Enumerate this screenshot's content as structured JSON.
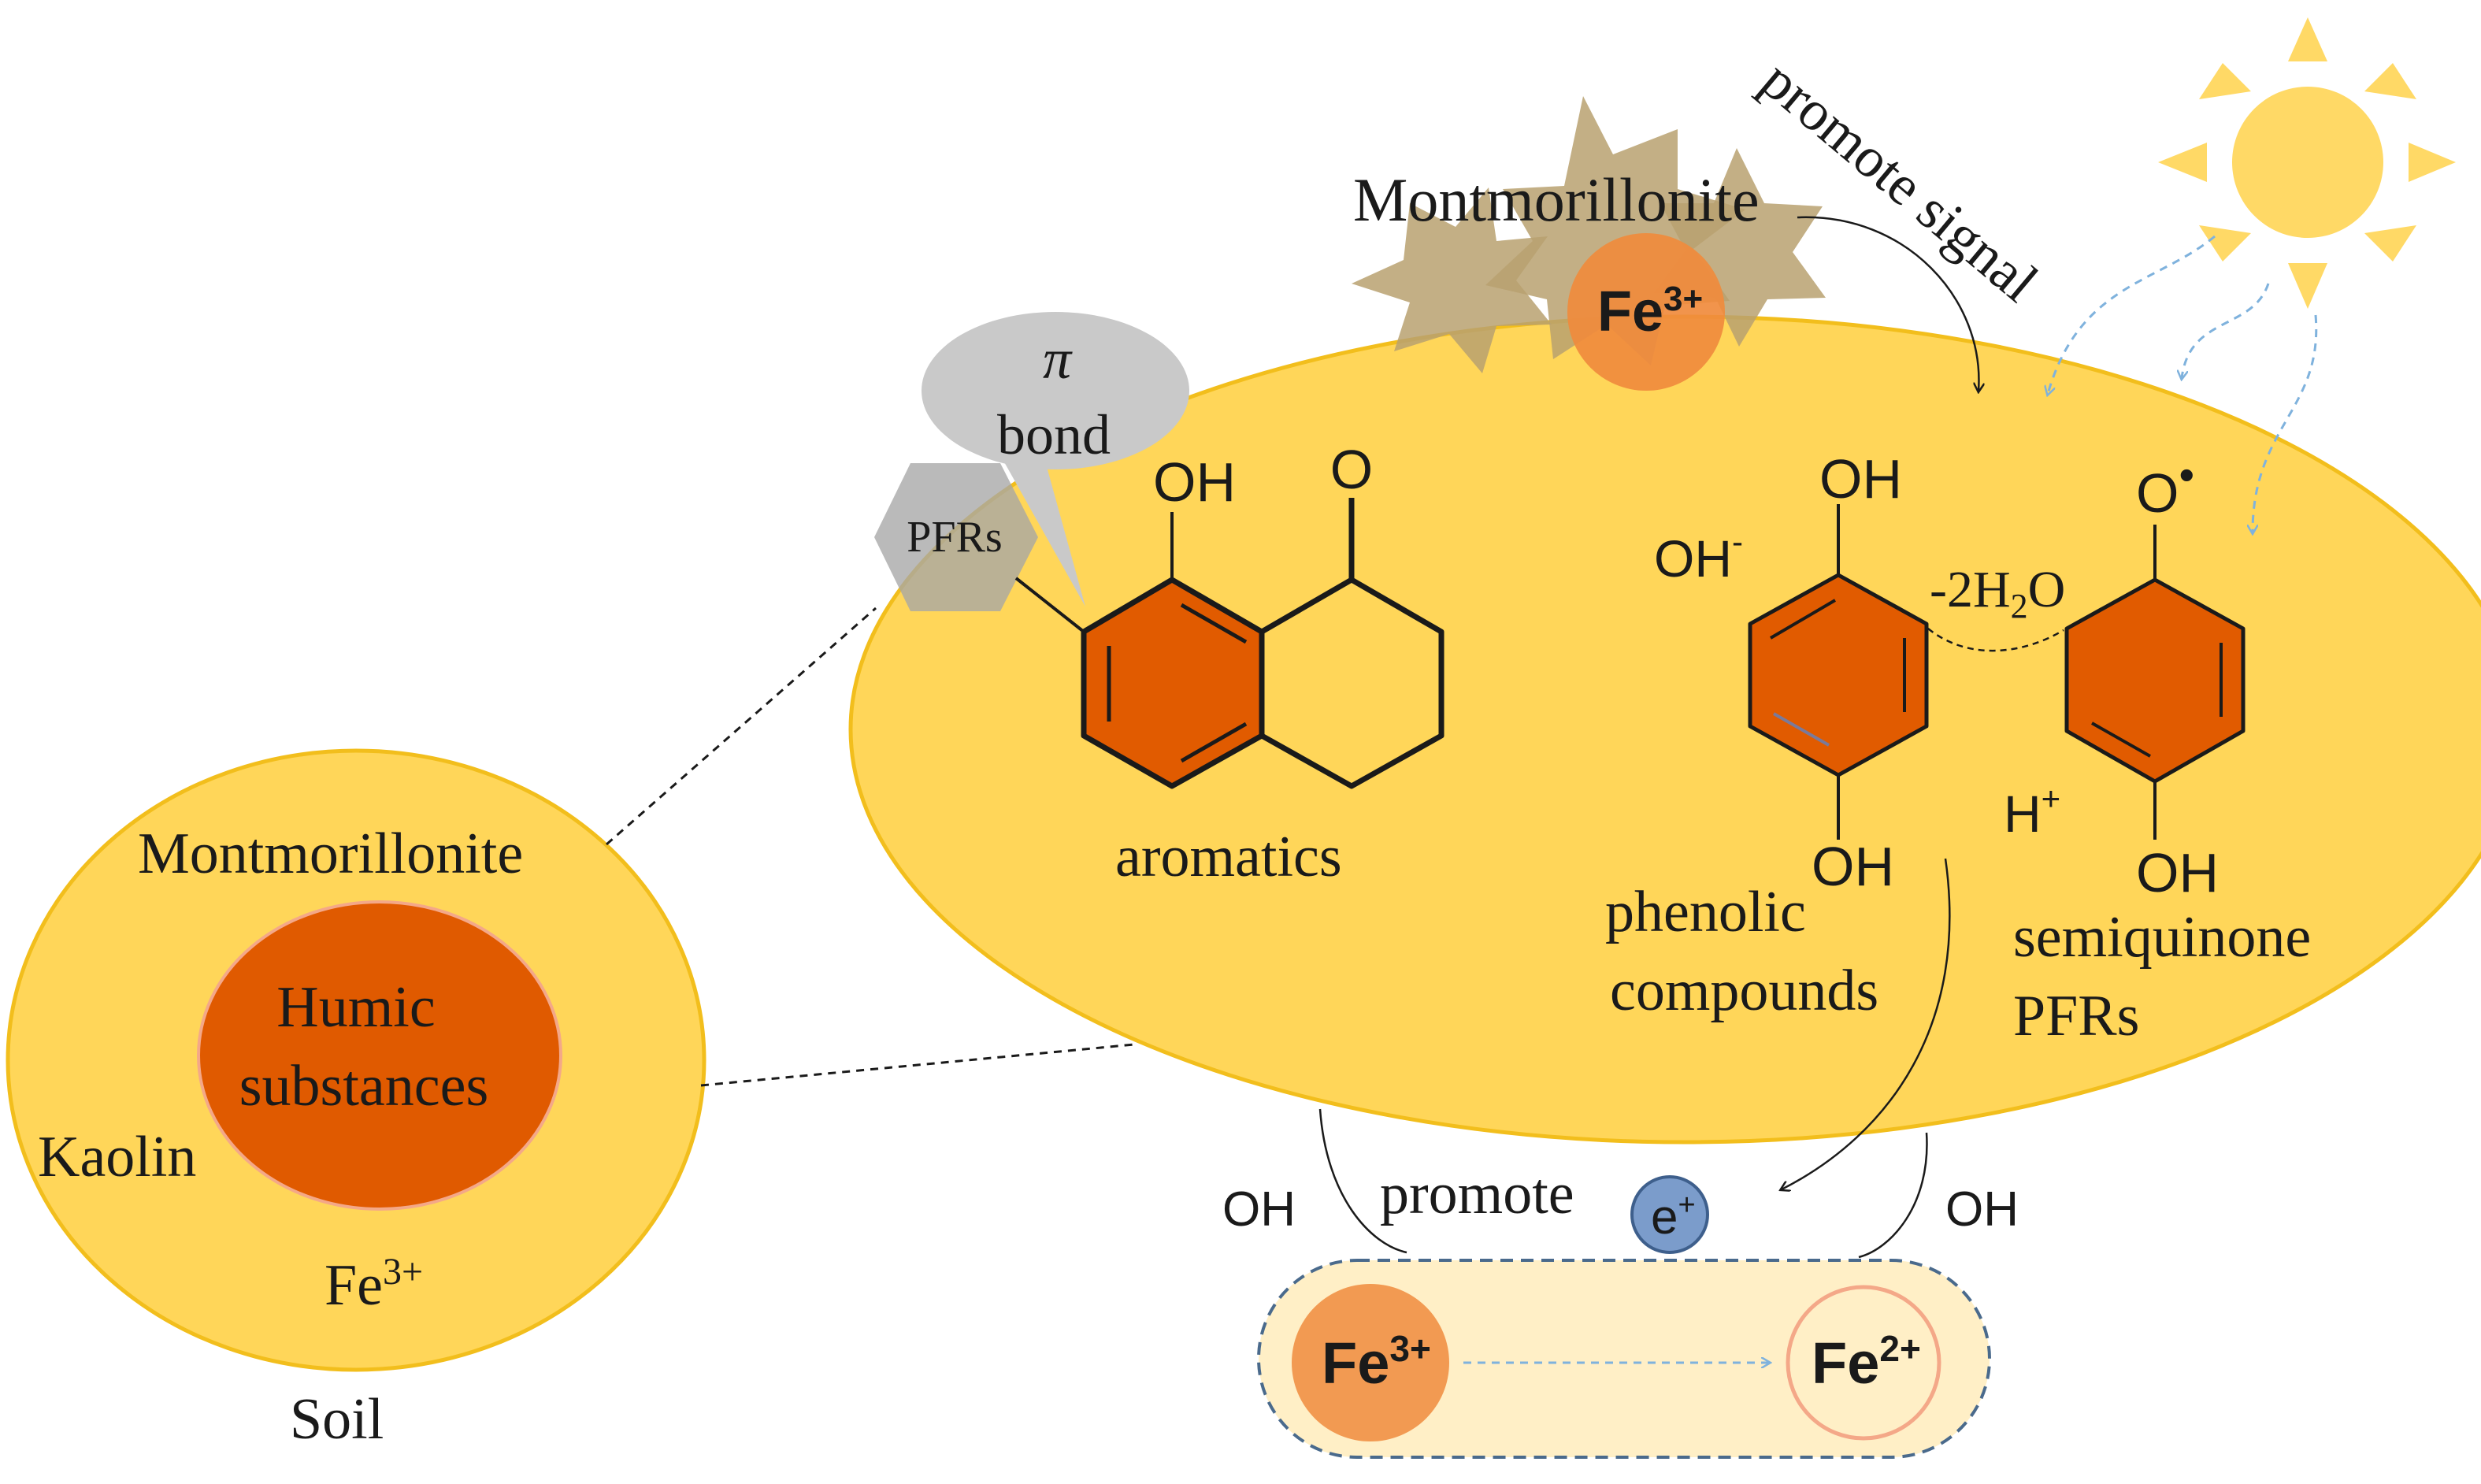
{
  "colors": {
    "soil_yellow": "#FFD659",
    "soil_edge": "#F2BE1C",
    "humic_orange": "#E05A00",
    "ring_orange": "#E15B00",
    "montmorillonite_brown": "#B8A170",
    "fe_orange": "#F08B3D",
    "pfrs_gray": "#A6A6A6",
    "bubble_gray": "#C9C9C9",
    "electron_blue": "#7B9CCB",
    "capsule_fill": "#FFEFC6",
    "capsule_stroke": "#4A6A8C",
    "sun_yellow": "#FFD966",
    "light_arrow_blue": "#7FB2DD"
  },
  "soil_circle": {
    "montmorillonite": "Montmorillonite",
    "humic_line1": "Humic",
    "humic_line2": "substances",
    "kaolin": "Kaolin",
    "fe_base": "Fe",
    "fe_sup": "3+",
    "soil": "Soil"
  },
  "surface": {
    "montmorillonite": "Montmorillonite",
    "fe_base": "Fe",
    "fe_sup": "3+",
    "promote_signal": "promote signal",
    "bubble_line1": "π",
    "bubble_line2": "bond",
    "pfrs": "PFRs",
    "aromatics": "aromatics",
    "aromatic_oh": "OH",
    "aromatic_o": "O",
    "oh_minus_base": "OH",
    "oh_minus_sup": "-",
    "phenol_oh_top": "OH",
    "phenol_oh_bottom": "OH",
    "minus_2h2o_a": "-2H",
    "minus_2h2o_sub": "2",
    "minus_2h2o_b": "O",
    "semi_o": "O",
    "semi_dot": "•",
    "semi_oh_bottom": "OH",
    "h_plus_base": "H",
    "h_plus_sup": "+",
    "phenolic_line1": "phenolic",
    "phenolic_line2": "compounds",
    "semi_line1": "semiquinone",
    "semi_line2": "PFRs"
  },
  "redox": {
    "oh_left": "OH",
    "oh_right": "OH",
    "promote": "promote",
    "electron_base": "e",
    "electron_sup": "+",
    "fe3_base": "Fe",
    "fe3_sup": "3+",
    "fe2_base": "Fe",
    "fe2_sup": "2+"
  }
}
